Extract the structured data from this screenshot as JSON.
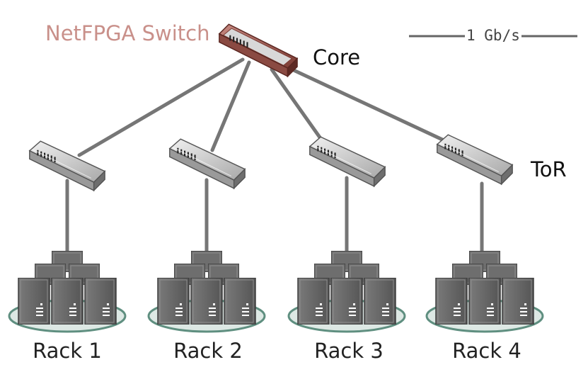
{
  "labels": {
    "core_switch_name": "NetFPGA Switch",
    "core_tier": "Core",
    "tor_tier": "ToR",
    "legend_link_speed": "1 Gb/s"
  },
  "colors": {
    "link": "#767676",
    "core_switch": "#7a3a32",
    "tor_switch": "#8a8a8a",
    "server": "#6b6b6b",
    "rack_base": "#dde8e4",
    "rack_base_border": "#5f8f80",
    "netfpga_label": "#c9908a"
  },
  "icons": {
    "core": "network-switch-icon",
    "tor": "network-switch-icon",
    "rack": "server-rack-icon"
  },
  "racks": [
    {
      "label": "Rack 1"
    },
    {
      "label": "Rack 2"
    },
    {
      "label": "Rack 3"
    },
    {
      "label": "Rack 4"
    }
  ]
}
